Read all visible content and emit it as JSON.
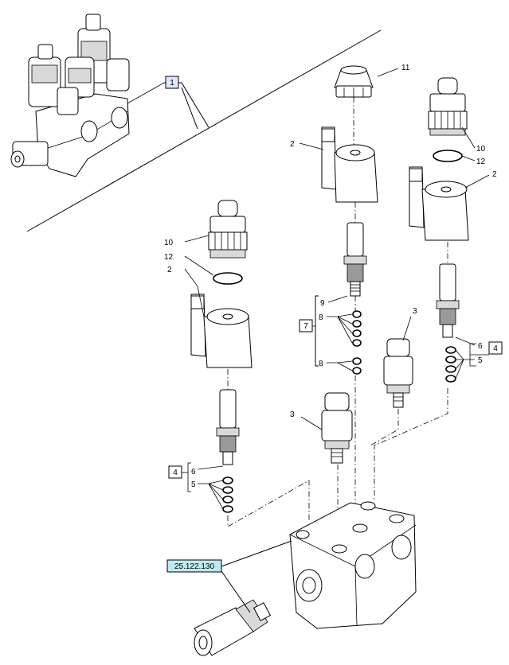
{
  "callouts": {
    "c11": "11",
    "c10a": "10",
    "c12a": "12",
    "c2a": "2",
    "c2b": "2",
    "c10b": "10",
    "c12b": "12",
    "c2c": "2",
    "c9": "9",
    "c8a": "8",
    "c8b": "8",
    "c3a": "3",
    "c3b": "3",
    "c6a": "6",
    "c5a": "5",
    "c6b": "6",
    "c5b": "5"
  },
  "boxes": {
    "b1": "1",
    "b7": "7",
    "b4a": "4",
    "b4b": "4"
  },
  "reference": {
    "label": "25.122.130"
  }
}
